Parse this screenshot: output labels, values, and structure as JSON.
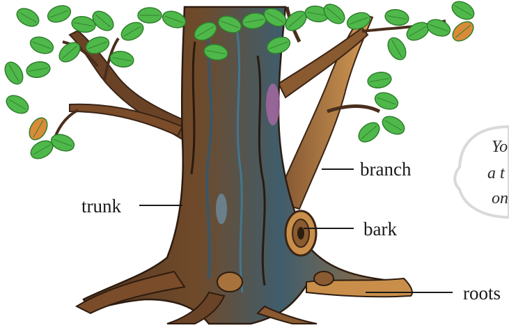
{
  "labels": {
    "trunk": "trunk",
    "branch": "branch",
    "bark": "bark",
    "roots": "roots"
  },
  "callout": {
    "lines": [
      "Yo",
      "a t",
      "on"
    ]
  },
  "colors": {
    "leaf": "#4fb84a",
    "leaf_dark": "#2f7f2d",
    "leaf_autumn": "#d98b3a",
    "bark_dark": "#4a2e1c",
    "bark_mid": "#8a5a30",
    "bark_light": "#c98f4a",
    "bark_blue": "#3d6f8e",
    "label_line": "#1a1a1a"
  }
}
